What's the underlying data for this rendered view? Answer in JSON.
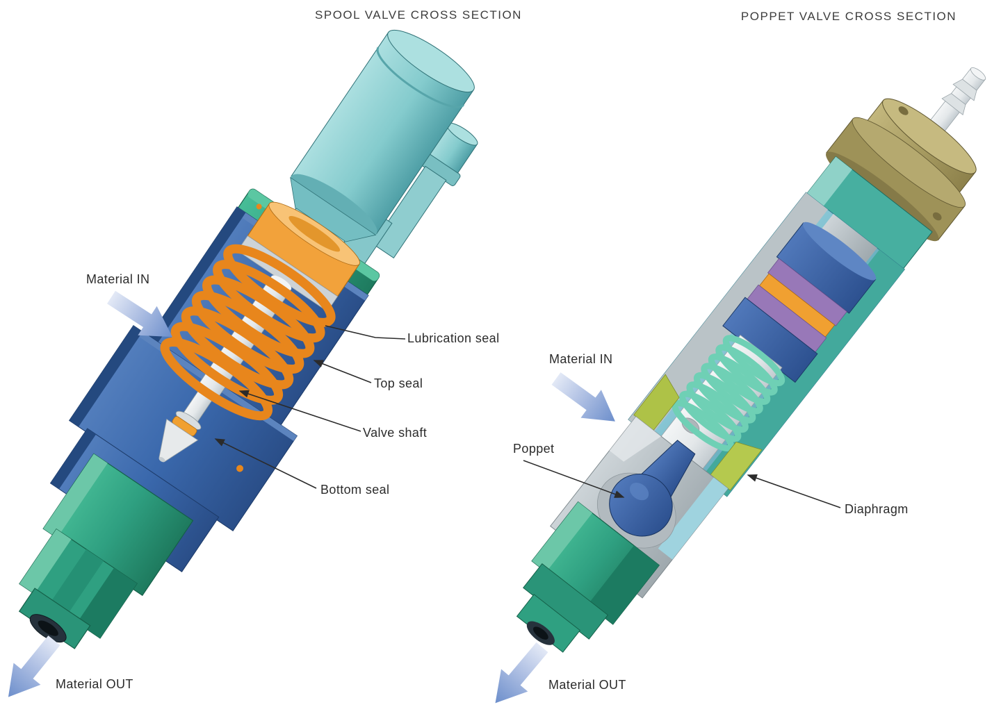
{
  "page": {
    "background": "#ffffff"
  },
  "spool_panel": {
    "title": "SPOOL VALVE CROSS SECTION",
    "labels": {
      "material_in": "Material IN",
      "lubrication_seal": "Lubrication seal",
      "top_seal": "Top seal",
      "valve_shaft": "Valve shaft",
      "bottom_seal": "Bottom seal",
      "material_out": "Material OUT"
    }
  },
  "poppet_panel": {
    "title": "POPPET VALVE CROSS SECTION",
    "labels": {
      "material_in": "Material IN",
      "poppet": "Poppet",
      "diaphragm": "Diaphragm",
      "material_out": "Material OUT"
    }
  },
  "palette": {
    "label_text": "#2b2b2b",
    "title_text": "#3c3c3c",
    "flow_arrow_light": "#d7e0f2",
    "flow_arrow_dark": "#6c8ecb",
    "solenoid_cyan": "#84cbcd",
    "valve_body_blue": "#3a68ac",
    "spring_orange": "#e8861c",
    "seal_orange": "#f0a031",
    "fitting_teal": "#2fa081",
    "cap_khaki": "#a89c62",
    "ring_purple": "#9878b8",
    "return_spring_mint": "#6fd0b5",
    "shell_lightblue": "#7cc3d3",
    "body_gray": "#b9c2c6",
    "diaphragm_yellowgreen": "#b5c94e",
    "metal_white": "#e9ebec"
  }
}
